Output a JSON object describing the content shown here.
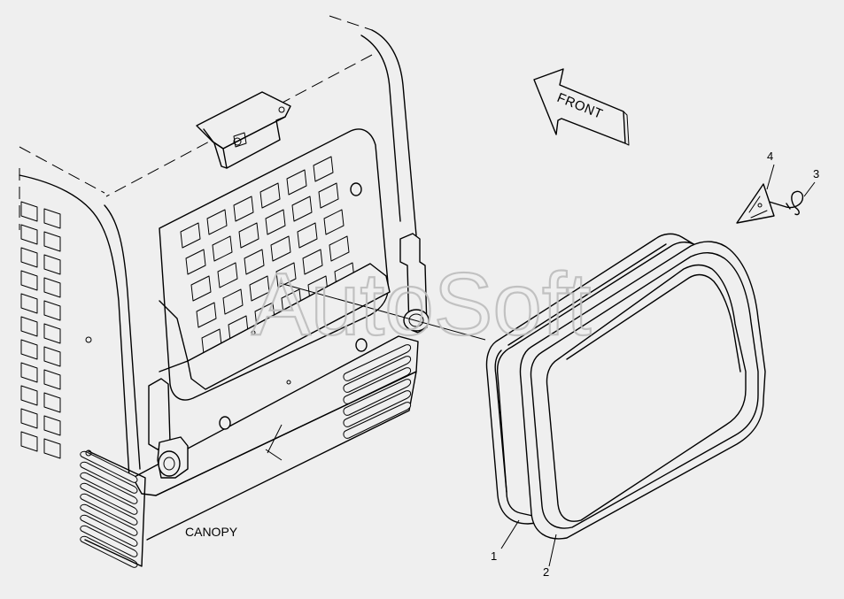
{
  "canopy_label": "CANOPY",
  "front_arrow_label": "FRONT",
  "callouts": [
    {
      "number": "1",
      "part": "inner-seal"
    },
    {
      "number": "2",
      "part": "outer-window-frame"
    },
    {
      "number": "3",
      "part": "pin"
    },
    {
      "number": "4",
      "part": "triangle-decal"
    }
  ],
  "watermark": "AutoSoft"
}
